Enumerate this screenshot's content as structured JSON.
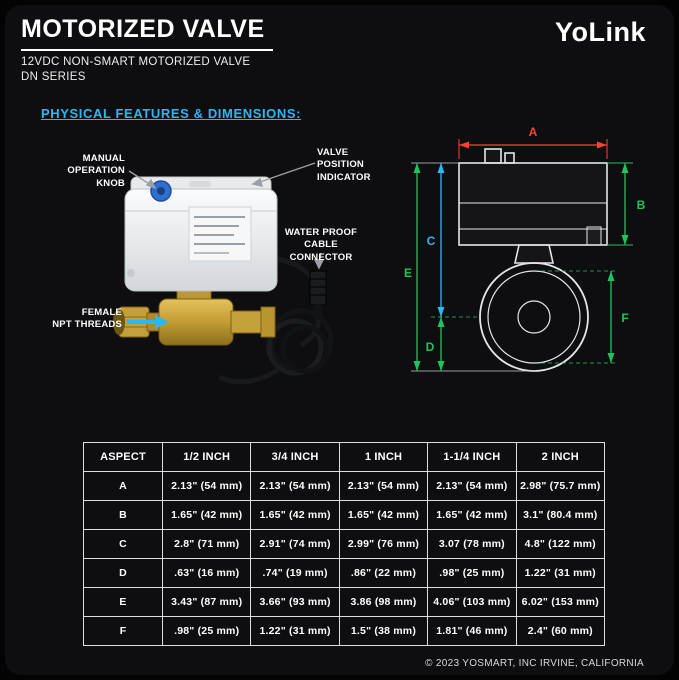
{
  "header": {
    "title": "MOTORIZED VALVE",
    "subtitle1": "12VDC NON-SMART MOTORIZED VALVE",
    "subtitle2": "DN SERIES",
    "brand": "YoLink"
  },
  "section_title": "PHYSICAL FEATURES & DIMENSIONS:",
  "callouts": {
    "manual_knob": "MANUAL\nOPERATION\nKNOB",
    "position_indicator": "VALVE\nPOSITION\nINDICATOR",
    "cable_connector": "WATER PROOF\nCABLE\nCONNECTOR",
    "npt_threads": "FEMALE\nNPT THREADS"
  },
  "diagram": {
    "labels": {
      "a": "A",
      "b": "B",
      "c": "C",
      "d": "D",
      "e": "E",
      "f": "F"
    }
  },
  "colors": {
    "accent_cyan": "#2bb8f0",
    "dim_red": "#ff4136",
    "dim_green": "#1fc25e",
    "brass": "#c9a227",
    "knob_blue": "#2f6fd0"
  },
  "table": {
    "headers": [
      "ASPECT",
      "1/2 INCH",
      "3/4 INCH",
      "1 INCH",
      "1-1/4 INCH",
      "2 INCH"
    ],
    "rows": [
      {
        "aspect": "A",
        "values": [
          "2.13\" (54 mm)",
          "2.13\" (54 mm)",
          "2.13\" (54 mm)",
          "2.13\" (54 mm)",
          "2.98\" (75.7 mm)"
        ]
      },
      {
        "aspect": "B",
        "values": [
          "1.65\" (42 mm)",
          "1.65\" (42 mm)",
          "1.65\" (42 mm)",
          "1.65\" (42 mm)",
          "3.1\" (80.4 mm)"
        ]
      },
      {
        "aspect": "C",
        "values": [
          "2.8\" (71 mm)",
          "2.91\" (74 mm)",
          "2.99\" (76 mm)",
          "3.07 (78 mm)",
          "4.8\" (122 mm)"
        ]
      },
      {
        "aspect": "D",
        "values": [
          ".63\" (16 mm)",
          ".74\" (19 mm)",
          ".86\" (22 mm)",
          ".98\" (25 mm)",
          "1.22\" (31 mm)"
        ]
      },
      {
        "aspect": "E",
        "values": [
          "3.43\" (87 mm)",
          "3.66\" (93 mm)",
          "3.86 (98 mm)",
          "4.06\" (103 mm)",
          "6.02\" (153 mm)"
        ]
      },
      {
        "aspect": "F",
        "values": [
          ".98\" (25 mm)",
          "1.22\" (31 mm)",
          "1.5\" (38 mm)",
          "1.81\" (46 mm)",
          "2.4\" (60 mm)"
        ]
      }
    ]
  },
  "footer": {
    "copyright": "© 2023 YOSMART, INC IRVINE, CALIFORNIA"
  }
}
